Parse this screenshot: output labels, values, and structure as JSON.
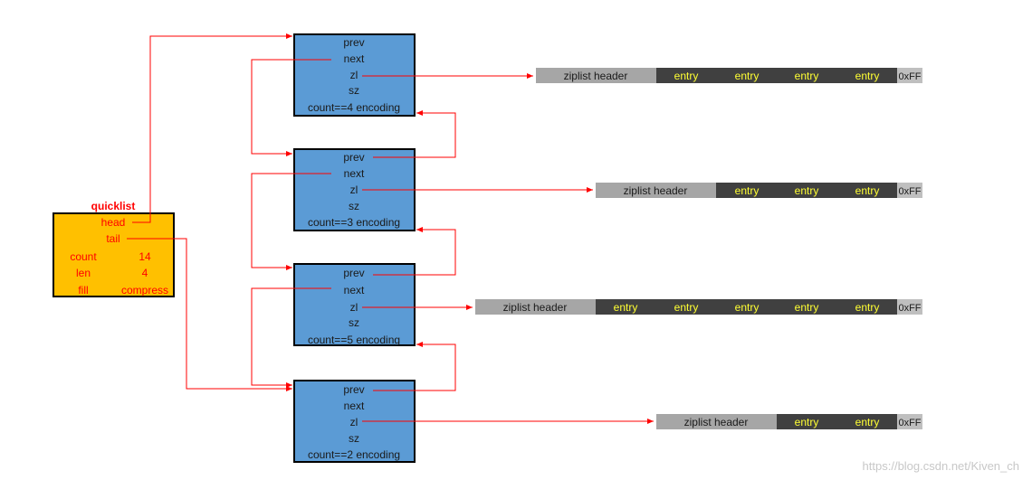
{
  "quicklist": {
    "title": "quicklist",
    "head_label": "head",
    "tail_label": "tail",
    "count_label": "count",
    "count_value": "14",
    "len_label": "len",
    "len_value": "4",
    "fill_label": "fill",
    "compress_label": "compress"
  },
  "nodes": [
    {
      "prev": "prev",
      "next": "next",
      "zl": "zl",
      "sz": "sz",
      "footer": "count==4 encoding"
    },
    {
      "prev": "prev",
      "next": "next",
      "zl": "zl",
      "sz": "sz",
      "footer": "count==3 encoding"
    },
    {
      "prev": "prev",
      "next": "next",
      "zl": "zl",
      "sz": "sz",
      "footer": "count==5 encoding"
    },
    {
      "prev": "prev",
      "next": "next",
      "zl": "zl",
      "sz": "sz",
      "footer": "count==2 encoding"
    }
  ],
  "ziplists": [
    {
      "header": "ziplist header",
      "entries": [
        "entry",
        "entry",
        "entry",
        "entry"
      ],
      "end": "0xFF"
    },
    {
      "header": "ziplist header",
      "entries": [
        "entry",
        "entry",
        "entry"
      ],
      "end": "0xFF"
    },
    {
      "header": "ziplist header",
      "entries": [
        "entry",
        "entry",
        "entry",
        "entry",
        "entry"
      ],
      "end": "0xFF"
    },
    {
      "header": "ziplist header",
      "entries": [
        "entry",
        "entry"
      ],
      "end": "0xFF"
    }
  ],
  "watermark": "https://blog.csdn.net/Kiven_ch",
  "colors": {
    "quicklist_fill": "#ffc000",
    "node_fill": "#5b9bd5",
    "node_border": "#000000",
    "arrow": "#ff0000",
    "ziplist_header_fill": "#a6a6a6",
    "ziplist_entry_fill": "#404040",
    "ziplist_entry_text": "#ffff33"
  }
}
